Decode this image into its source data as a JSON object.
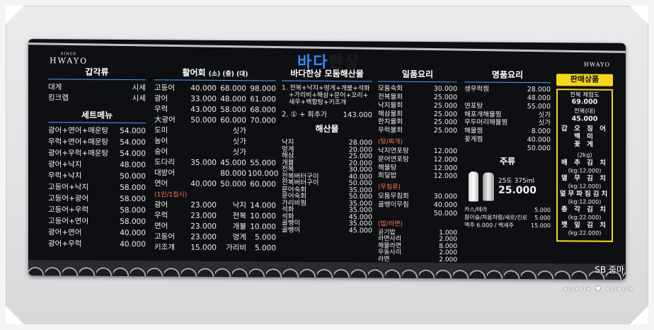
{
  "logo": {
    "line1": "SINCE",
    "line2": "HWAYO"
  },
  "logo_right": "HWAYO",
  "title_a": "바다",
  "title_b": "한상",
  "col1": {
    "head": "갑각류",
    "items": [
      [
        "대게",
        "시세"
      ],
      [
        "킹크랩",
        "시세"
      ]
    ],
    "set_head": "세트메뉴",
    "sets": [
      [
        "광어+연어+매운탕",
        "54.000"
      ],
      [
        "우럭+연어+매운탕",
        "54.000"
      ],
      [
        "광어+우럭+매운탕",
        "54.000"
      ],
      [
        "광어+낙지",
        "48.000"
      ],
      [
        "우럭+낙지",
        "50.000"
      ],
      [
        "고등어+낙지",
        "58.000"
      ],
      [
        "고등어+광어",
        "58.000"
      ],
      [
        "고등어+우럭",
        "58.000"
      ],
      [
        "고등어+연어",
        "58.000"
      ],
      [
        "광어+연어",
        "40.000"
      ],
      [
        "광어+우럭",
        "40.000"
      ]
    ]
  },
  "col2": {
    "head": "활어회",
    "headers": [
      "(소)",
      "(중)",
      "(대)"
    ],
    "items": [
      [
        "고등어",
        "40.000",
        "68.000",
        "98.000"
      ],
      [
        "광어",
        "33.000",
        "48.000",
        "61.000"
      ],
      [
        "우럭",
        "43.000",
        "58.000",
        "68.000"
      ],
      [
        "大광어",
        "50.000",
        "60.000",
        "70.000"
      ],
      [
        "도미",
        "",
        "싯가",
        ""
      ],
      [
        "농어",
        "",
        "싯가",
        ""
      ],
      [
        "숭어",
        "",
        "싯가",
        ""
      ],
      [
        "도다리",
        "35.000",
        "45.000",
        "55.000"
      ],
      [
        "대방어",
        "",
        "80.000",
        "100.000"
      ],
      [
        "연어",
        "40.000",
        "50.000",
        "60.000"
      ]
    ],
    "sub": "(1인/1접시)",
    "items2": [
      [
        "광어",
        "23.000",
        "낙지",
        "14.000"
      ],
      [
        "우럭",
        "23.000",
        "전복",
        "10.000"
      ],
      [
        "연어",
        "23.000",
        "개불",
        "10.000"
      ],
      [
        "고등어",
        "23.000",
        "멍게",
        "5.000"
      ],
      [
        "키조개",
        "15.000",
        "가리비",
        "5.000"
      ]
    ]
  },
  "col3": {
    "head": "바다한상 모둠해산물",
    "set1": "1. 전복+낙지+멍게+개불+석화",
    "set1b": "+가리비+해삼+문어+꼬리+",
    "set1c": "새우+백합탕+키조개",
    "set2": "2. ① + 회추가",
    "set2_price": "143.000",
    "seafood_head": "해산물",
    "items": [
      [
        "낙지",
        "28.000"
      ],
      [
        "멍게",
        "20.000"
      ],
      [
        "해삼",
        "25.000"
      ],
      [
        "개불",
        "20.000"
      ],
      [
        "전복",
        "30.000"
      ],
      [
        "전복버터구이",
        "40.000"
      ],
      [
        "전복버터구이",
        "50.000"
      ],
      [
        "문어숙회",
        "35.000"
      ],
      [
        "문어숙회",
        "50.000"
      ],
      [
        "가리비찜",
        "35.000"
      ],
      [
        "석화",
        "35.000"
      ],
      [
        "석화",
        "45.000"
      ],
      [
        "골뱅이",
        "35.000"
      ],
      [
        "골뱅이",
        "45.000"
      ]
    ]
  },
  "col4": {
    "head": "일품요리",
    "items": [
      [
        "모둠숙회",
        "30.000"
      ],
      [
        "전복물회",
        "25.000"
      ],
      [
        "낙지물회",
        "25.000"
      ],
      [
        "해삼물회",
        "25.000"
      ],
      [
        "한치물회",
        "25.000"
      ],
      [
        "우럭물회",
        "25.000"
      ]
    ],
    "sub1": "(탕/찌개)",
    "items2": [
      [
        "낙지연포탕",
        "12.000"
      ],
      [
        "문어연포탕",
        "12.000"
      ],
      [
        "해물탕",
        "12.000"
      ],
      [
        "회덮밥",
        "12.000"
      ]
    ],
    "sub2": "(무침류)",
    "items3": [
      [
        "모둠무침회",
        "30.000"
      ],
      [
        "골뱅이무침",
        "40.000"
      ],
      [
        "",
        "50.000"
      ]
    ],
    "sub3": "(밥/라면)",
    "items4": [
      [
        "공기밥",
        "1.000"
      ],
      [
        "라면사리",
        "2.000"
      ],
      [
        "해물라면",
        "8.000"
      ],
      [
        "우동사리",
        "2.000"
      ],
      [
        "라면",
        "2.000"
      ]
    ]
  },
  "col5": {
    "head": "명품요리",
    "items": [
      [
        "생우럭찜",
        "28.000"
      ],
      [
        "",
        "48.000"
      ],
      [
        "연포탕",
        "55.000"
      ],
      [
        "해포개해물찜",
        "싯가"
      ],
      [
        "우두머리해물찜",
        "싯가"
      ],
      [
        "해물찜",
        "8.000"
      ],
      [
        "꽃게찜",
        "40.000"
      ],
      [
        "",
        "50.000"
      ]
    ],
    "drink_head": "주류",
    "drink_spec": "25도 375ml",
    "drink_price": "25.000",
    "items2": [
      [
        "카스/테라",
        "5.000"
      ],
      [
        "참이슬/처음처럼/새로/진로",
        "5.000"
      ],
      [
        "맥주 6.000 / 백세주",
        "15.000"
      ]
    ]
  },
  "col6": {
    "head": "판매상품",
    "p1": "전복 체험도",
    "p1v": "69.000",
    "p2": "전복(대)",
    "p2v": "45.000",
    "goods": [
      "갑 오 징 어",
      "백 미",
      "꽃 게"
    ],
    "kimchi": [
      [
        "(2kg)",
        "배 추 김 치",
        "(kg:12.000)"
      ],
      [
        "",
        "열 무 김 치",
        "(kg:12.000)"
      ],
      [
        "",
        "얼무파짐김치",
        "(kg:12.000)"
      ],
      [
        "",
        "총 각 김 치",
        "(kg:22.000)"
      ],
      [
        "",
        "깻 잎 김 치",
        "(kg:22.000)"
      ]
    ]
  },
  "watermark": "SB 줌마"
}
